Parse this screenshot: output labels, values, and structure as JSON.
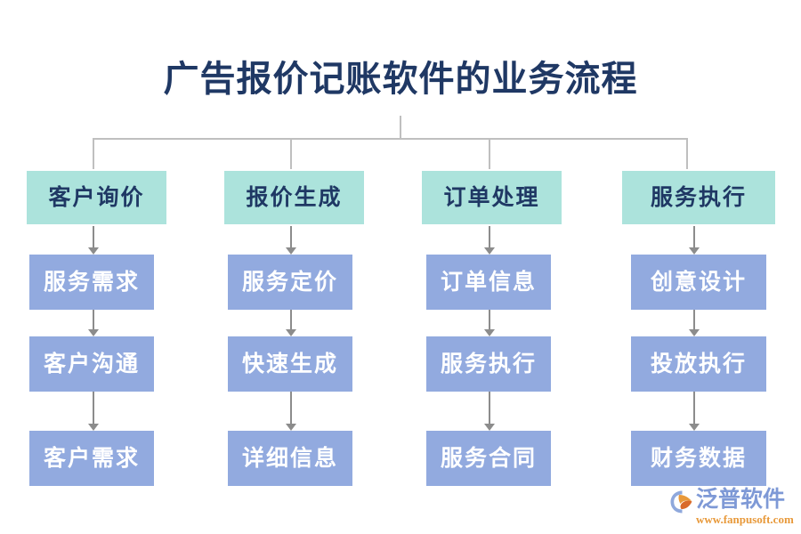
{
  "title": "广告报价记账软件的业务流程",
  "colors": {
    "title_text": "#1F3864",
    "header_box_bg": "#ACE3DC",
    "header_box_text": "#1F3864",
    "step_box_bg": "#92AADF",
    "step_box_text": "#FFFFFF",
    "connector": "#BFBFBF",
    "arrow": "#8C8C8C",
    "background": "#FFFFFF",
    "logo_word": "#7E99D6",
    "logo_url": "#E8993A"
  },
  "chart_data": {
    "type": "diagram",
    "title": "广告报价记账软件的业务流程",
    "layout": "four-column top-down flowchart",
    "columns": [
      {
        "header": "客户询价",
        "steps": [
          "服务需求",
          "客户沟通",
          "客户需求"
        ]
      },
      {
        "header": "报价生成",
        "steps": [
          "服务定价",
          "快速生成",
          "详细信息"
        ]
      },
      {
        "header": "订单处理",
        "steps": [
          "订单信息",
          "服务执行",
          "服务合同"
        ]
      },
      {
        "header": "服务执行",
        "steps": [
          "创意设计",
          "投放执行",
          "财务数据"
        ]
      }
    ]
  },
  "columns": [
    {
      "header": "客户询价",
      "step1": "服务需求",
      "step2": "客户沟通",
      "step3": "客户需求"
    },
    {
      "header": "报价生成",
      "step1": "服务定价",
      "step2": "快速生成",
      "step3": "详细信息"
    },
    {
      "header": "订单处理",
      "step1": "订单信息",
      "step2": "服务执行",
      "step3": "服务合同"
    },
    {
      "header": "服务执行",
      "step1": "创意设计",
      "step2": "投放执行",
      "step3": "财务数据"
    }
  ],
  "logo": {
    "wordmark": "泛普软件",
    "url": "www.fanpusoft.com"
  }
}
